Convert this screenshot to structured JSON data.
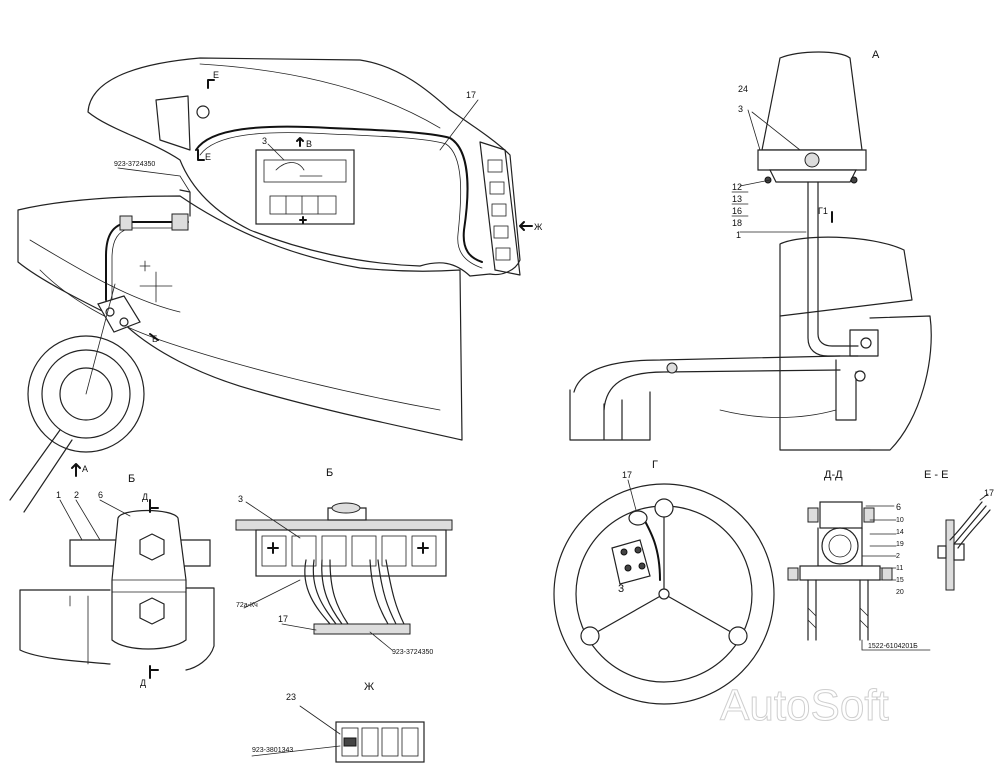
{
  "view_labels": {
    "a": "А",
    "b_detail": "Б",
    "b_section": "Б",
    "g": "Г",
    "dd": "Д-Д",
    "ee": "Е - Е",
    "zh": "Ж",
    "g1": "Г1",
    "arrow_a": "A",
    "arrow_b": "Б",
    "arrow_v": "В",
    "arrow_zh": "Ж",
    "cut_e_top": "Е",
    "cut_e_bottom": "Е",
    "cut_d_top": "Д",
    "cut_d_bottom": "Д"
  },
  "callouts": {
    "n1_main": "1",
    "n1_bracket": "1",
    "n2_bracket": "2",
    "n2_dd": "2",
    "n3_main": "3",
    "n3_lamp": "3",
    "n3_section": "3",
    "n3_g": "3",
    "n6_bracket": "6",
    "n6_dd": "6",
    "n10": "10",
    "n11": "11",
    "n12": "12",
    "n13": "13",
    "n14": "14",
    "n15": "15",
    "n16": "16",
    "n17_main": "17",
    "n17_section": "17",
    "n17_g": "17",
    "n17_ee": "17",
    "n18": "18",
    "n19": "19",
    "n20": "20",
    "n23": "23",
    "n24": "24"
  },
  "part_numbers": {
    "harness_main": "923-3724350",
    "harness_section": "923-3724350",
    "connector_zh": "923-3801343",
    "bolt_dd": "1522-6104201Б",
    "wire_mark": "72а-Кч"
  },
  "watermark": "AutoSoft"
}
